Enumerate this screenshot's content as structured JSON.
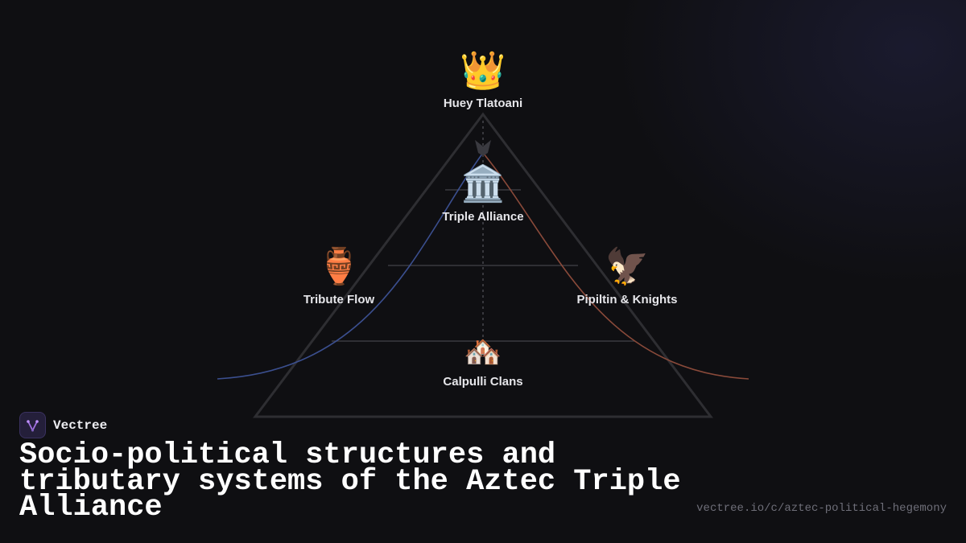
{
  "diagram": {
    "nodes": [
      {
        "id": "huey-tlatoani",
        "icon": "crown-icon",
        "glyph": "👑",
        "label": "Huey Tlatoani"
      },
      {
        "id": "triple-alliance",
        "icon": "classical-building-icon",
        "glyph": "🏛️",
        "label": "Triple Alliance"
      },
      {
        "id": "tribute-flow",
        "icon": "amphora-icon",
        "glyph": "🏺",
        "label": "Tribute Flow"
      },
      {
        "id": "pipiltin-knights",
        "icon": "eagle-icon",
        "glyph": "🦅",
        "label": "Pipiltin & Knights"
      },
      {
        "id": "calpulli-clans",
        "icon": "houses-icon",
        "glyph": "🏘️",
        "label": "Calpulli Clans"
      }
    ],
    "colors": {
      "triangle": "#2e2e32",
      "tier_lines": "#3a3a40",
      "left_curve": "#3b4f8f",
      "right_curve": "#8a4a3a",
      "center_line": "#55555c"
    }
  },
  "brand": {
    "logo_icon": "vectree-logo-icon",
    "name": "Vectree"
  },
  "title": "Socio-political structures and tributary systems of the Aztec Triple Alliance",
  "url": "vectree.io/c/aztec-political-hegemony"
}
